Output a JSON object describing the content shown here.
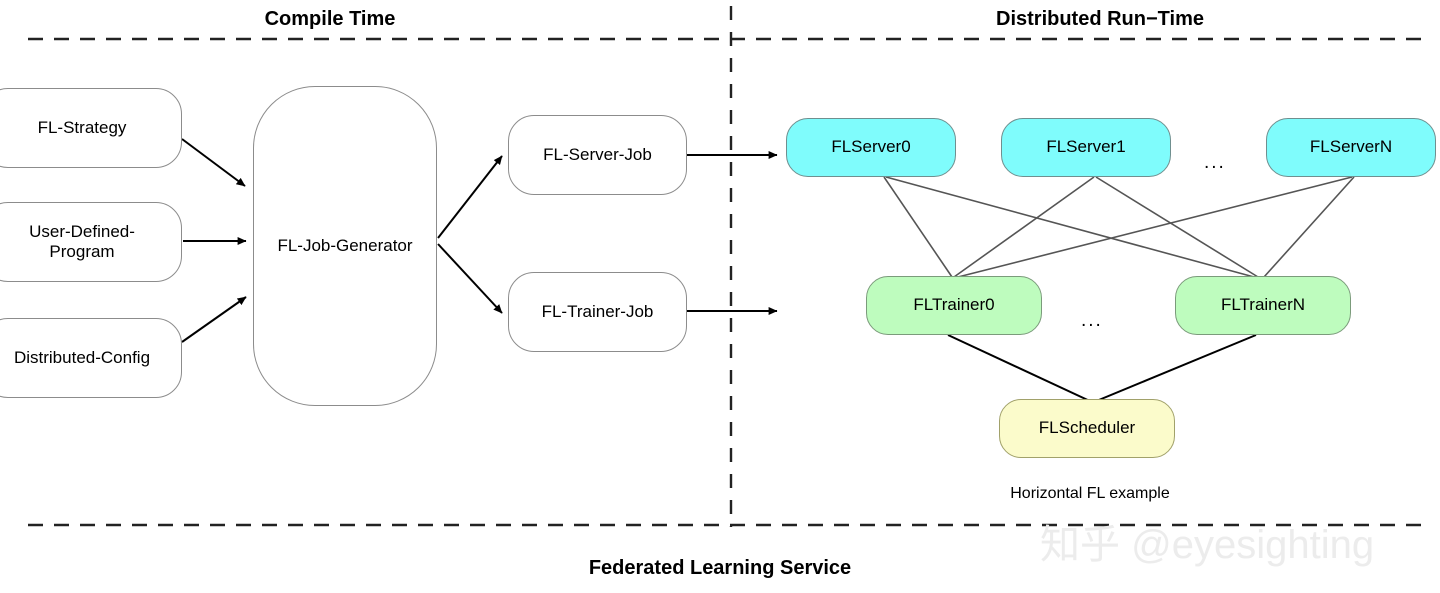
{
  "diagram": {
    "footer_title": "Federated Learning Service",
    "watermark": "知乎 @eyesighting",
    "phases": [
      {
        "id": "compile",
        "label": "Compile Time"
      },
      {
        "id": "runtime",
        "label": "Distributed Run−Time"
      }
    ],
    "compile_time": {
      "inputs": [
        {
          "id": "fl-strategy",
          "label": "FL-Strategy"
        },
        {
          "id": "user-defined-program",
          "label": "User-Defined-Program"
        },
        {
          "id": "distributed-config",
          "label": "Distributed-Config"
        }
      ],
      "generator": {
        "id": "fl-job-generator",
        "label": "FL-Job-Generator"
      },
      "jobs": [
        {
          "id": "fl-server-job",
          "label": "FL-Server-Job"
        },
        {
          "id": "fl-trainer-job",
          "label": "FL-Trainer-Job"
        }
      ]
    },
    "runtime": {
      "caption": "Horizontal FL example",
      "servers": [
        {
          "id": "flserver0",
          "label": "FLServer0"
        },
        {
          "id": "flserver1",
          "label": "FLServer1"
        },
        {
          "id": "flservern",
          "label": "FLServerN"
        }
      ],
      "server_ellipsis": "...",
      "trainers": [
        {
          "id": "fltrainer0",
          "label": "FLTrainer0"
        },
        {
          "id": "fltrainern",
          "label": "FLTrainerN"
        }
      ],
      "trainer_ellipsis": "...",
      "scheduler": {
        "id": "flscheduler",
        "label": "FLScheduler"
      }
    },
    "colors": {
      "server_fill": "#7ffcfc",
      "trainer_fill": "#befcbe",
      "scheduler_fill": "#fbfbcb",
      "box_stroke": "#8c8c8c",
      "arrow": "#000000",
      "mesh_line": "#555555",
      "divider": "#222222",
      "watermark": "#ececec"
    }
  }
}
